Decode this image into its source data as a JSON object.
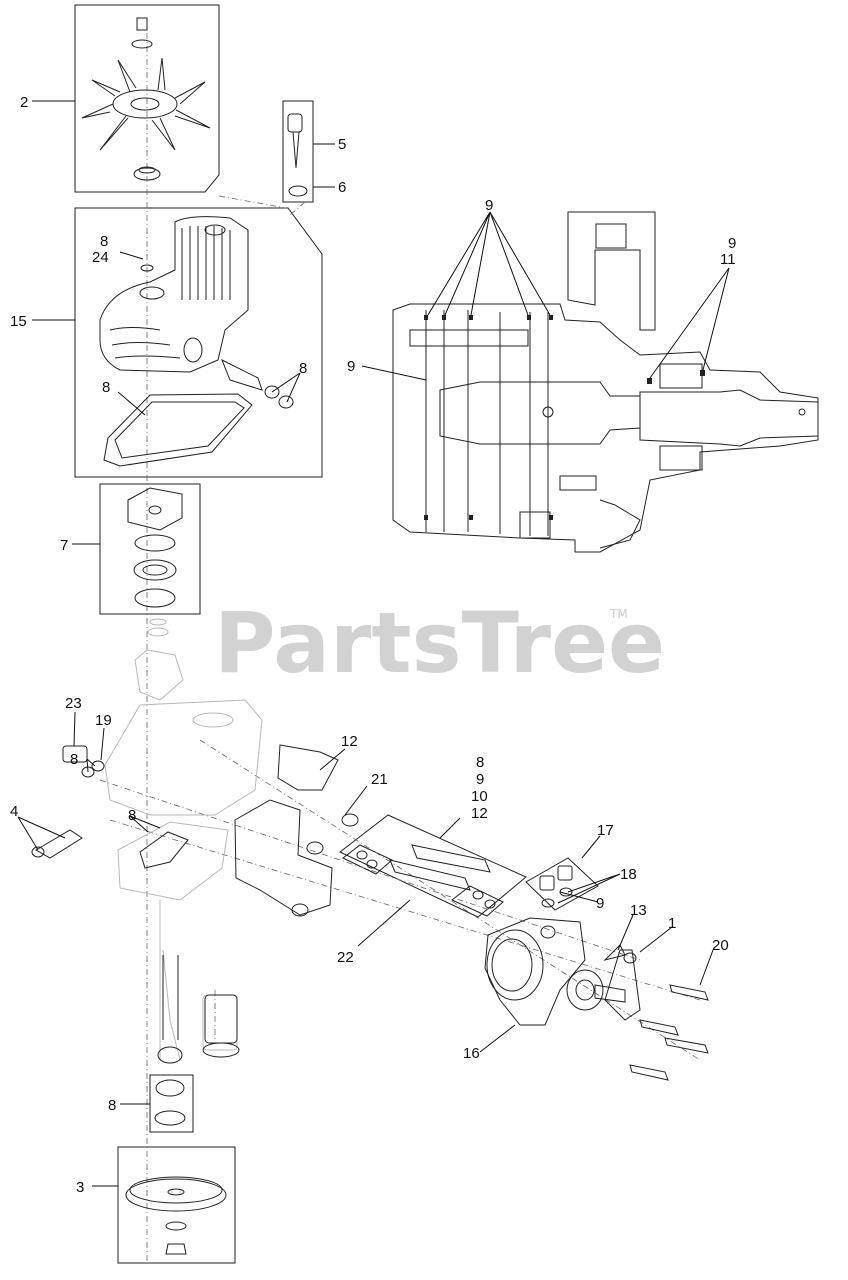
{
  "watermark": {
    "text": "PartsTree",
    "trademark": "TM"
  },
  "callouts": [
    {
      "id": "c-2",
      "text": "2"
    },
    {
      "id": "c-5",
      "text": "5"
    },
    {
      "id": "c-6",
      "text": "6"
    },
    {
      "id": "c-8a",
      "text": "8"
    },
    {
      "id": "c-24",
      "text": "24"
    },
    {
      "id": "c-15",
      "text": "15"
    },
    {
      "id": "c-8b",
      "text": "8"
    },
    {
      "id": "c-8c",
      "text": "8"
    },
    {
      "id": "c-7",
      "text": "7"
    },
    {
      "id": "c-9a",
      "text": "9"
    },
    {
      "id": "c-9b",
      "text": "9"
    },
    {
      "id": "c-11",
      "text": "11"
    },
    {
      "id": "c-9c",
      "text": "9"
    },
    {
      "id": "c-23",
      "text": "23"
    },
    {
      "id": "c-19",
      "text": "19"
    },
    {
      "id": "c-12a",
      "text": "12"
    },
    {
      "id": "c-8d",
      "text": "8"
    },
    {
      "id": "c-9d",
      "text": "9"
    },
    {
      "id": "c-10",
      "text": "10"
    },
    {
      "id": "c-12b",
      "text": "12"
    },
    {
      "id": "c-21",
      "text": "21"
    },
    {
      "id": "c-8e",
      "text": "8"
    },
    {
      "id": "c-4",
      "text": "4"
    },
    {
      "id": "c-8f",
      "text": "8"
    },
    {
      "id": "c-17",
      "text": "17"
    },
    {
      "id": "c-18",
      "text": "18"
    },
    {
      "id": "c-9e",
      "text": "9"
    },
    {
      "id": "c-13",
      "text": "13"
    },
    {
      "id": "c-1",
      "text": "1"
    },
    {
      "id": "c-20",
      "text": "20"
    },
    {
      "id": "c-22",
      "text": "22"
    },
    {
      "id": "c-16",
      "text": "16"
    },
    {
      "id": "c-8g",
      "text": "8"
    },
    {
      "id": "c-3",
      "text": "3"
    }
  ]
}
